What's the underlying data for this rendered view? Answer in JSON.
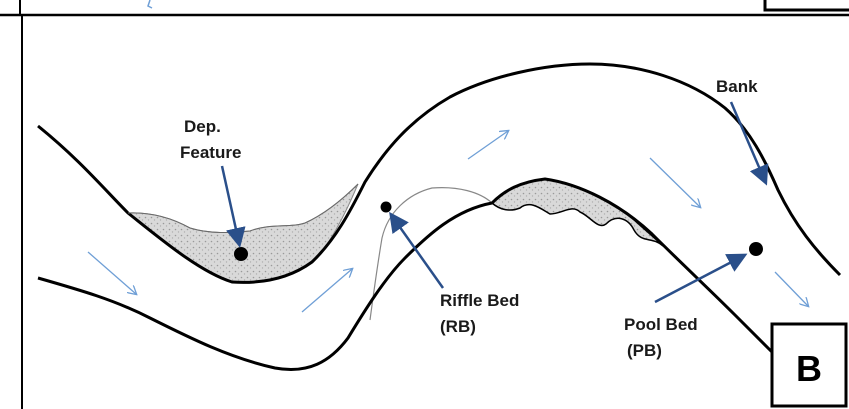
{
  "labels": {
    "dep_feature_line1": "Dep.",
    "dep_feature_line2": "Feature",
    "bank": "Bank",
    "riffle_bed_line1": "Riffle Bed",
    "riffle_bed_line2": "(RB)",
    "pool_bed_line1": "Pool Bed",
    "pool_bed_line2": "(PB)"
  },
  "panel": {
    "letter": "B"
  },
  "colors": {
    "pointer_arrow": "#2a4f8a",
    "flow_arrow": "#6f9fd6",
    "sediment_fill": "#d6d6d6",
    "bank_line": "#000000"
  }
}
